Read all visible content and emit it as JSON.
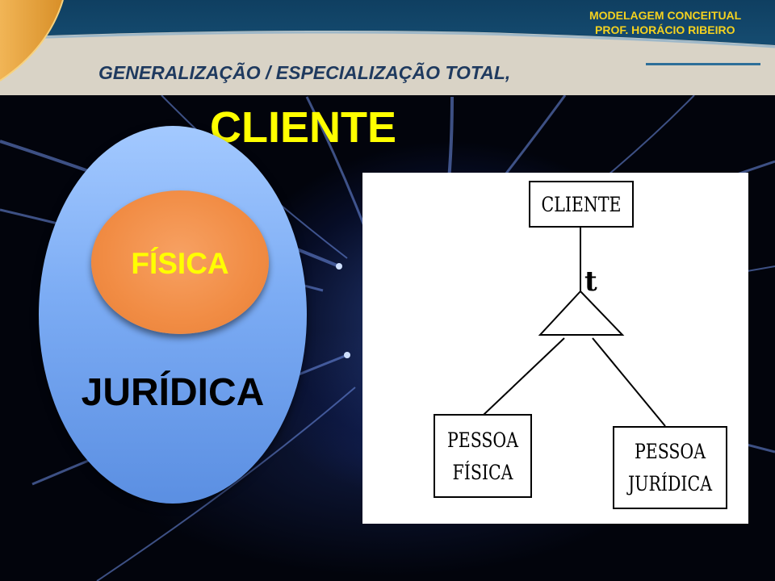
{
  "header": {
    "title": "GENERALIZAÇÃO / ESPECIALIZAÇÃO TOTAL,",
    "course": "MODELAGEM CONCEITUAL",
    "professor": "PROF. HORÁCIO RIBEIRO"
  },
  "main_title": "CLIENTE",
  "venn": {
    "inner_label": "FÍSICA",
    "outer_label": "JURÍDICA"
  },
  "diagram": {
    "parent": "CLIENTE",
    "constraint": "t",
    "children": [
      {
        "line1": "PESSOA",
        "line2": "FÍSICA"
      },
      {
        "line1": "PESSOA",
        "line2": "JURÍDICA"
      }
    ]
  },
  "colors": {
    "title_yellow": "#ffff00",
    "header_text_yellow": "#f5d21f",
    "header_title_navy": "#1f3a5f",
    "header_band_dark": "#134a6c",
    "venn_outer_blue": "#7cacf4",
    "venn_inner_orange": "#f18c44"
  }
}
